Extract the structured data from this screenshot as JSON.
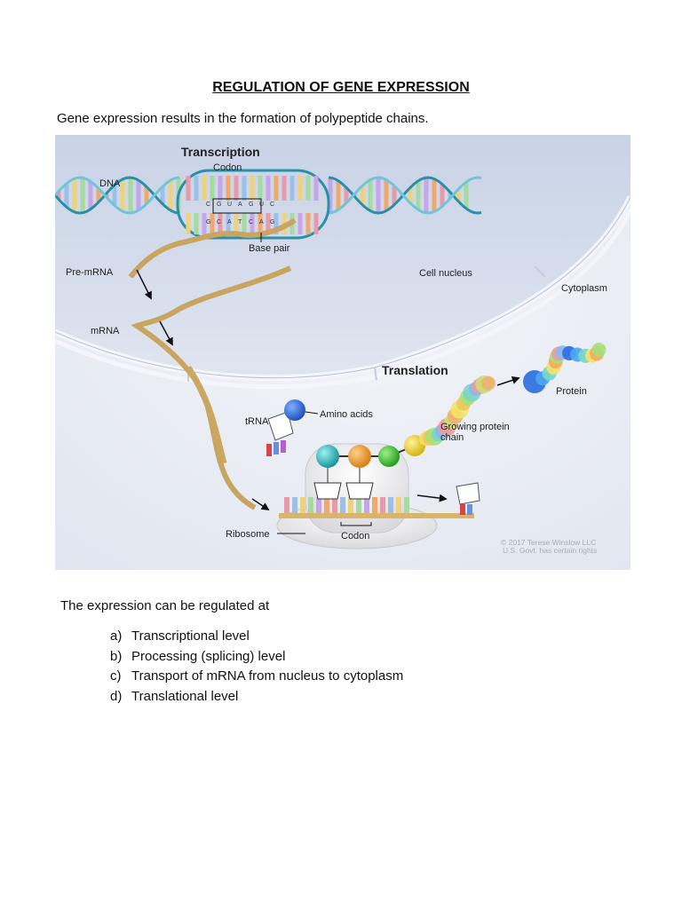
{
  "title": "REGULATION OF GENE EXPRESSION",
  "intro": "Gene expression results in the formation of polypeptide chains.",
  "figure": {
    "transcription_heading": "Transcription",
    "translation_heading": "Translation",
    "labels": {
      "codon_top": "Codon",
      "dna": "DNA",
      "base_pair": "Base pair",
      "pre_mrna": "Pre-mRNA",
      "cell_nucleus": "Cell nucleus",
      "cytoplasm": "Cytoplasm",
      "mrna": "mRNA",
      "trna": "tRNA",
      "amino_acids": "Amino acids",
      "protein": "Protein",
      "growing_chain_1": "Growing protein",
      "growing_chain_2": "chain",
      "ribosome": "Ribosome",
      "codon_bottom": "Codon"
    },
    "bases_top": [
      "C",
      "G",
      "U",
      "A",
      "G",
      "U",
      "C"
    ],
    "bases_bottom": [
      "G",
      "C",
      "A",
      "T",
      "C",
      "A",
      "G"
    ],
    "credit_1": "© 2017 Terese Winslow LLC",
    "credit_2": "U.S. Govt. has certain rights"
  },
  "lead": "The expression can be regulated at",
  "levels": [
    {
      "marker": "a)",
      "text": "Transcriptional level"
    },
    {
      "marker": "b)",
      "text": "Processing (splicing) level"
    },
    {
      "marker": "c)",
      "text": "Transport of mRNA from nucleus to cytoplasm"
    },
    {
      "marker": "d)",
      "text": "Translational level"
    }
  ]
}
